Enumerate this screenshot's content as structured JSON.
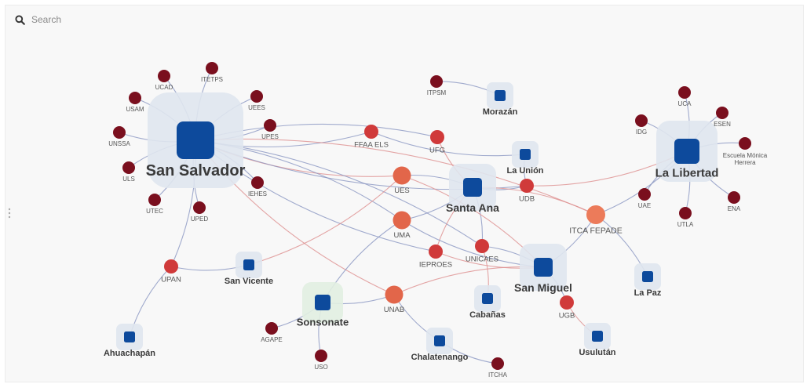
{
  "search": {
    "placeholder": "Search",
    "value": ""
  },
  "icons": {
    "search": "search-icon",
    "panel_handle": "drag-handle-icon"
  },
  "colors": {
    "canvas": "#f8f8f8",
    "department_node": "#0d4a9c",
    "department_halo": "#dfe5ee",
    "sonsonate_halo": "#e1eee1",
    "institution_dark": "#7a0f1e",
    "institution_red": "#d03a3a",
    "institution_orange": "#e2664a",
    "institution_light_orange": "#ec7b5a",
    "edge_blue": "#8a96c2",
    "edge_red": "#dd8f8f"
  },
  "graph": {
    "departments": [
      {
        "id": "ss",
        "label": "San Salvador",
        "size": "xl"
      },
      {
        "id": "ll",
        "label": "La Libertad",
        "size": "l"
      },
      {
        "id": "sa",
        "label": "Santa Ana",
        "size": "m"
      },
      {
        "id": "sm",
        "label": "San Miguel",
        "size": "m"
      },
      {
        "id": "son",
        "label": "Sonsonate",
        "size": "s"
      },
      {
        "id": "mor",
        "label": "Morazán",
        "size": "xs"
      },
      {
        "id": "lu",
        "label": "La Unión",
        "size": "xs"
      },
      {
        "id": "sv",
        "label": "San Vicente",
        "size": "xs"
      },
      {
        "id": "lp",
        "label": "La Paz",
        "size": "xs"
      },
      {
        "id": "cab",
        "label": "Cabañas",
        "size": "xs"
      },
      {
        "id": "ahu",
        "label": "Ahuachapán",
        "size": "xs"
      },
      {
        "id": "cha",
        "label": "Chalatenango",
        "size": "xs"
      },
      {
        "id": "usu",
        "label": "Usulután",
        "size": "xs"
      }
    ],
    "institutions": [
      {
        "id": "ucad",
        "label": "UCAD",
        "kind": "dark"
      },
      {
        "id": "itetps",
        "label": "ITETPS",
        "kind": "dark"
      },
      {
        "id": "usam",
        "label": "USAM",
        "kind": "dark"
      },
      {
        "id": "uees",
        "label": "UEES",
        "kind": "dark"
      },
      {
        "id": "upes",
        "label": "UPES",
        "kind": "dark"
      },
      {
        "id": "unssa",
        "label": "UNSSA",
        "kind": "dark"
      },
      {
        "id": "uls",
        "label": "ULS",
        "kind": "dark"
      },
      {
        "id": "utec",
        "label": "UTEC",
        "kind": "dark"
      },
      {
        "id": "uped",
        "label": "UPED",
        "kind": "dark"
      },
      {
        "id": "iehes",
        "label": "IEHES",
        "kind": "dark"
      },
      {
        "id": "itpsm",
        "label": "ITPSM",
        "kind": "dark"
      },
      {
        "id": "ffaa",
        "label": "FFAA ELS",
        "kind": "red"
      },
      {
        "id": "ufg",
        "label": "UFG",
        "kind": "red"
      },
      {
        "id": "ues",
        "label": "UES",
        "kind": "orange"
      },
      {
        "id": "uma",
        "label": "UMA",
        "kind": "orange"
      },
      {
        "id": "udb",
        "label": "UDB",
        "kind": "red"
      },
      {
        "id": "itca",
        "label": "ITCA FEPADE",
        "kind": "lightorange"
      },
      {
        "id": "ieproes",
        "label": "IEPROES",
        "kind": "red"
      },
      {
        "id": "unicaes",
        "label": "UNICAES",
        "kind": "red"
      },
      {
        "id": "unab",
        "label": "UNAB",
        "kind": "orange"
      },
      {
        "id": "upan",
        "label": "UPAN",
        "kind": "red"
      },
      {
        "id": "agape",
        "label": "AGAPE",
        "kind": "dark"
      },
      {
        "id": "uso",
        "label": "USO",
        "kind": "dark"
      },
      {
        "id": "ugb",
        "label": "UGB",
        "kind": "red"
      },
      {
        "id": "itcha",
        "label": "ITCHA",
        "kind": "dark"
      },
      {
        "id": "uca",
        "label": "UCA",
        "kind": "dark"
      },
      {
        "id": "esen",
        "label": "ESEN",
        "kind": "dark"
      },
      {
        "id": "idg",
        "label": "IDG",
        "kind": "dark"
      },
      {
        "id": "emh",
        "label": "Escuela Mónica Herrera",
        "kind": "dark"
      },
      {
        "id": "uae",
        "label": "UAE",
        "kind": "dark"
      },
      {
        "id": "utla",
        "label": "UTLA",
        "kind": "dark"
      },
      {
        "id": "ena",
        "label": "ENA",
        "kind": "dark"
      }
    ],
    "edges": [
      [
        "ucad",
        "ss"
      ],
      [
        "itetps",
        "ss"
      ],
      [
        "usam",
        "ss"
      ],
      [
        "uees",
        "ss"
      ],
      [
        "upes",
        "ss"
      ],
      [
        "unssa",
        "ss"
      ],
      [
        "uls",
        "ss"
      ],
      [
        "utec",
        "ss"
      ],
      [
        "uped",
        "ss"
      ],
      [
        "iehes",
        "ss"
      ],
      [
        "ffaa",
        "ss"
      ],
      [
        "ufg",
        "ss"
      ],
      [
        "ues",
        "ss"
      ],
      [
        "uma",
        "ss"
      ],
      [
        "udb",
        "ss"
      ],
      [
        "itca",
        "ss"
      ],
      [
        "ieproes",
        "ss"
      ],
      [
        "unicaes",
        "ss"
      ],
      [
        "unab",
        "ss"
      ],
      [
        "upan",
        "ss"
      ],
      [
        "itpsm",
        "mor"
      ],
      [
        "ufg",
        "sa"
      ],
      [
        "ues",
        "sa"
      ],
      [
        "uma",
        "sa"
      ],
      [
        "ieproes",
        "sa"
      ],
      [
        "unicaes",
        "sa"
      ],
      [
        "udb",
        "sa"
      ],
      [
        "itca",
        "sa"
      ],
      [
        "udb",
        "lu"
      ],
      [
        "ffaa",
        "lu"
      ],
      [
        "ues",
        "sm"
      ],
      [
        "uma",
        "sm"
      ],
      [
        "unicaes",
        "sm"
      ],
      [
        "ieproes",
        "sm"
      ],
      [
        "itca",
        "sm"
      ],
      [
        "ugb",
        "sm"
      ],
      [
        "unab",
        "sm"
      ],
      [
        "itca",
        "ll"
      ],
      [
        "uca",
        "ll"
      ],
      [
        "esen",
        "ll"
      ],
      [
        "idg",
        "ll"
      ],
      [
        "emh",
        "ll"
      ],
      [
        "uae",
        "ll"
      ],
      [
        "utla",
        "ll"
      ],
      [
        "ena",
        "ll"
      ],
      [
        "udb",
        "ll"
      ],
      [
        "itca",
        "lp"
      ],
      [
        "upan",
        "sv"
      ],
      [
        "ues",
        "sv"
      ],
      [
        "upan",
        "ahu"
      ],
      [
        "unab",
        "son"
      ],
      [
        "agape",
        "son"
      ],
      [
        "uso",
        "son"
      ],
      [
        "uma",
        "son"
      ],
      [
        "unicaes",
        "cab"
      ],
      [
        "unab",
        "cha"
      ],
      [
        "itcha",
        "cha"
      ],
      [
        "ugb",
        "usu"
      ]
    ]
  }
}
